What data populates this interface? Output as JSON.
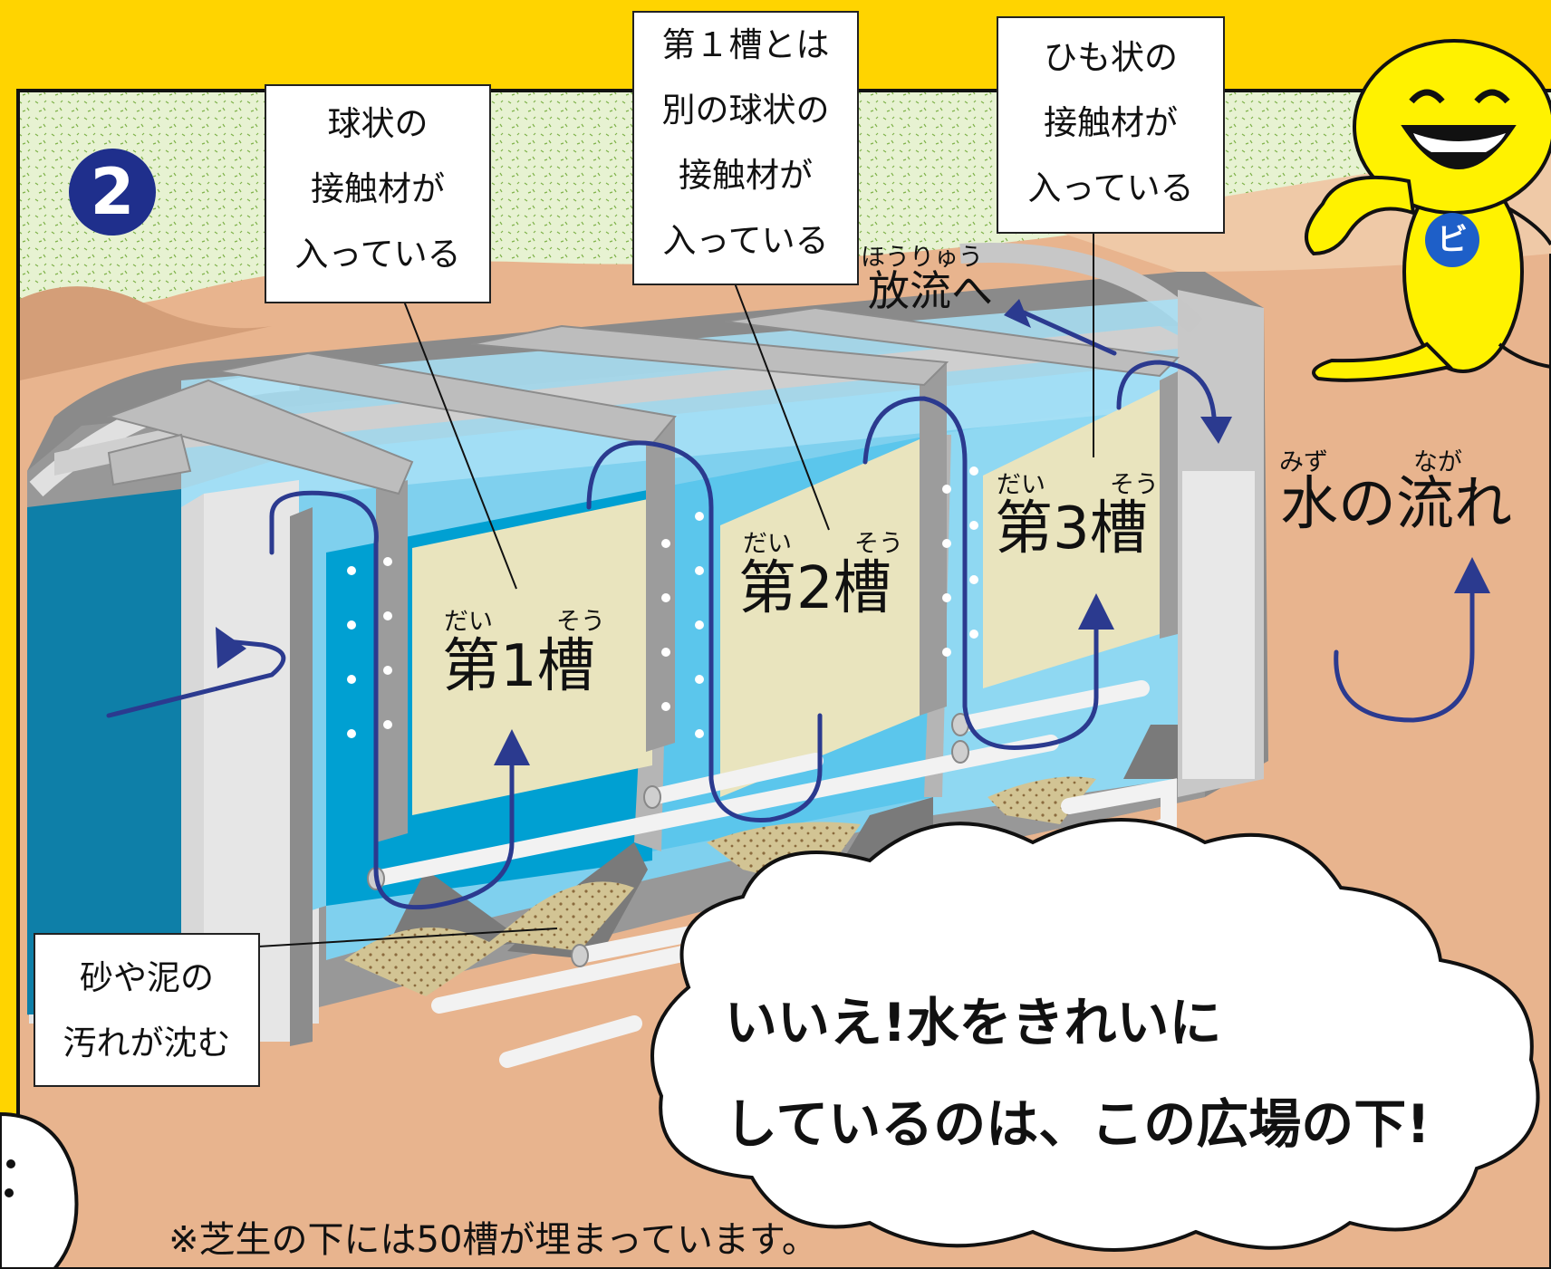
{
  "step_number": "2",
  "labels": {
    "tank1_media": [
      "球状の",
      "接触材が",
      "入っている"
    ],
    "tank2_media": [
      "第１槽とは",
      "別の球状の",
      "接触材が",
      "入っている"
    ],
    "tank3_media": [
      "ひも状の",
      "接触材が",
      "入っている"
    ],
    "sediment": [
      "砂や泥の",
      "汚れが沈む"
    ]
  },
  "tanks": {
    "tank1": {
      "furigana_dai": "だい",
      "furigana_sou": "そう",
      "name": "第1槽"
    },
    "tank2": {
      "furigana_dai": "だい",
      "furigana_sou": "そう",
      "name": "第2槽"
    },
    "tank3": {
      "furigana_dai": "だい",
      "furigana_sou": "そう",
      "name": "第3槽"
    }
  },
  "discharge": {
    "furigana": "ほうりゅう",
    "text": "放流へ"
  },
  "water_flow": {
    "furigana_mizu": "みず",
    "furigana_naga": "なが",
    "text": "水の流れ"
  },
  "mascot": {
    "badge": "ビ"
  },
  "speech_bubble": {
    "line1": "いいえ!水をきれいに",
    "line2": "しているのは、この広場の下!"
  },
  "footnote": "※芝生の下には50槽が埋まっています。",
  "colors": {
    "background": "#FFD400",
    "grass": "#E4F0CF",
    "soil": "#E8B48E",
    "water_dark": "#0096C8",
    "water_light": "#8ED8F0",
    "panel": "#E9E4BE",
    "concrete": "#8C8C8C",
    "arrow": "#2B3A8F",
    "mascot": "#FFF200"
  }
}
